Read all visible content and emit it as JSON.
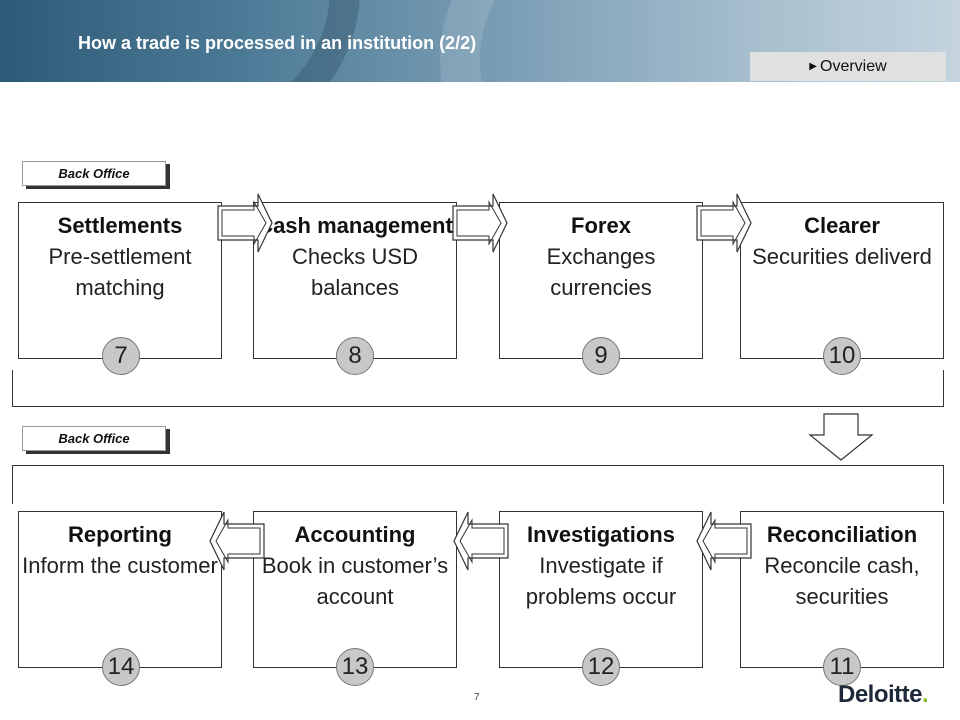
{
  "header": {
    "title": "How a trade is processed in an institution (2/2)",
    "overview_tab": "Overview"
  },
  "tags": {
    "top": "Back Office",
    "bottom": "Back Office"
  },
  "steps": [
    {
      "number": "7",
      "title": "Settlements",
      "desc": "Pre-settlement matching"
    },
    {
      "number": "8",
      "title": "Cash management",
      "desc": "Checks USD balances"
    },
    {
      "number": "9",
      "title": "Forex",
      "desc": "Exchanges currencies"
    },
    {
      "number": "10",
      "title": "Clearer",
      "desc": "Securities deliverd"
    },
    {
      "number": "11",
      "title": "Reconciliation",
      "desc": "Reconcile cash, securities"
    },
    {
      "number": "12",
      "title": "Investigations",
      "desc": "Investigate if problems occur"
    },
    {
      "number": "13",
      "title": "Accounting",
      "desc": "Book in customer’s account"
    },
    {
      "number": "14",
      "title": "Reporting",
      "desc": "Inform the customer"
    }
  ],
  "footer": {
    "page_number": "7",
    "logo": "Deloitte",
    "logo_dot": "."
  },
  "colors": {
    "header": "#4c7a96",
    "tab": "#dfe0e0",
    "circle": "#c8c8c8",
    "logo_dot": "#86bc25"
  }
}
